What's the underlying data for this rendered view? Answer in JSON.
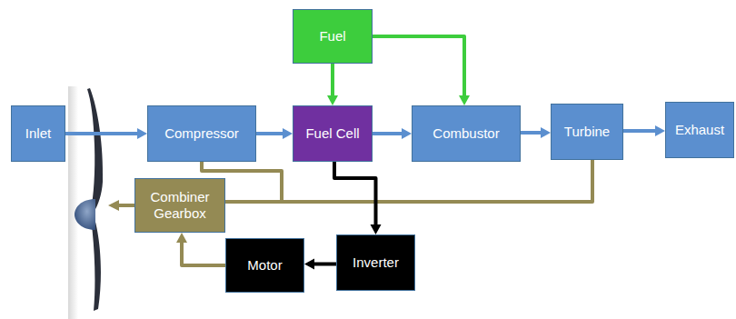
{
  "diagram": {
    "nodes": [
      {
        "text": [
          "Fuel"
        ]
      },
      {
        "text": [
          "Inlet"
        ]
      },
      {
        "text": [
          "Compressor"
        ]
      },
      {
        "text": [
          "Fuel Cell"
        ]
      },
      {
        "text": [
          "Combustor"
        ]
      },
      {
        "text": [
          "Turbine"
        ]
      },
      {
        "text": [
          "Exhaust"
        ]
      },
      {
        "text": [
          "Combiner Gearbox"
        ]
      },
      {
        "text": [
          "Motor"
        ]
      },
      {
        "text": [
          "Inverter"
        ]
      }
    ],
    "edges": [
      {
        "from": 1,
        "to": 2,
        "arrow": "to"
      },
      {
        "from": 2,
        "to": 3,
        "arrow": "to"
      },
      {
        "from": 3,
        "to": 4,
        "arrow": "to"
      },
      {
        "from": 4,
        "to": 5,
        "arrow": "to"
      },
      {
        "from": 5,
        "to": 6,
        "arrow": "to"
      },
      {
        "from": 0,
        "to": 3,
        "arrow": "to"
      },
      {
        "from": 0,
        "to": 4,
        "arrow": "to"
      },
      {
        "from": 2,
        "to": 7,
        "arrow": "none"
      },
      {
        "from": 5,
        "to": 7,
        "arrow": "none"
      },
      {
        "from": 3,
        "to": 9,
        "arrow": "to"
      },
      {
        "from": 9,
        "to": 8,
        "arrow": "to"
      },
      {
        "from": 8,
        "to": 7,
        "arrow": "to"
      }
    ]
  }
}
